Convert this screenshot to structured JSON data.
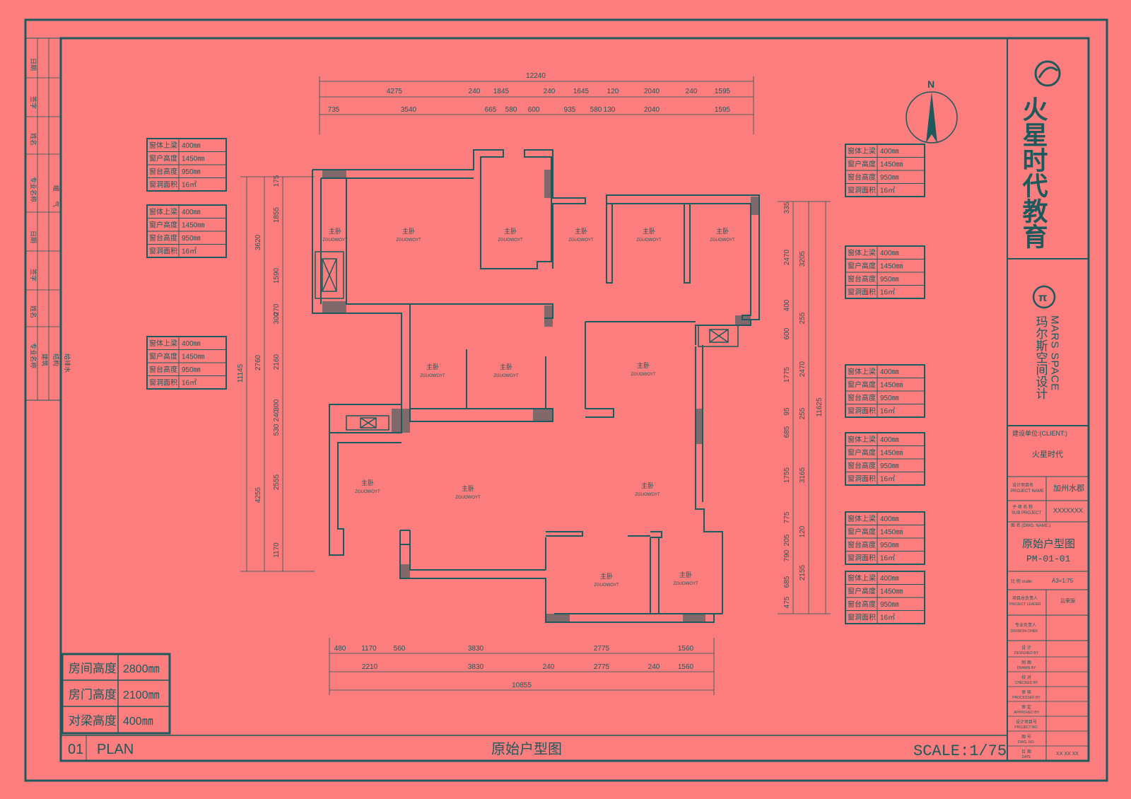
{
  "drawing": {
    "title": "原始户型图",
    "plan_no": "01",
    "plan_label": "PLAN",
    "scale": "SCALE:1/75",
    "north": "N"
  },
  "heights": [
    {
      "label": "房间高度",
      "value": "2800㎜"
    },
    {
      "label": "房门高度",
      "value": "2100㎜"
    },
    {
      "label": "对梁高度",
      "value": "400㎜"
    }
  ],
  "window_spec": {
    "rows": [
      {
        "label": "窗体上梁",
        "value": "400㎜"
      },
      {
        "label": "窗户高度",
        "value": "1450㎜"
      },
      {
        "label": "窗台高度",
        "value": "950㎜"
      },
      {
        "label": "窗洞面积",
        "value": "16㎡"
      }
    ]
  },
  "dims": {
    "top_total": "12240",
    "top_mid": [
      "4275",
      "240",
      "1845",
      "240",
      "1645",
      "120",
      "2040",
      "240",
      "1595"
    ],
    "top_in": [
      "735",
      "3540",
      "665",
      "580",
      "600",
      "935",
      "580",
      "130",
      "2040",
      "1595"
    ],
    "bottom_a": [
      "480",
      "1170",
      "560",
      "3830",
      "2775",
      "1560"
    ],
    "bottom_b": [
      "2210",
      "3830",
      "240",
      "2775",
      "240",
      "1560"
    ],
    "bottom_total": "10855",
    "left_outer": [
      "3620",
      "2760",
      "4255"
    ],
    "left_total": "11145",
    "left_inner": [
      "175",
      "1855",
      "1590",
      "270",
      "300",
      "2160",
      "300",
      "240",
      "530",
      "2555",
      "1170"
    ],
    "right_a": [
      "335",
      "2470",
      "400",
      "600",
      "1775",
      "95",
      "685",
      "1755",
      "775",
      "205",
      "790",
      "685",
      "475"
    ],
    "right_b": [
      "3205",
      "255",
      "2470",
      "255",
      "3165",
      "120",
      "2155"
    ],
    "right_total": "11625"
  },
  "rooms": {
    "label": "主卧",
    "code": "ZGUOWOYT"
  },
  "logos": {
    "brand": "火星时代教育",
    "mars_en": "MARS SPACE",
    "mars_cn": "玛尔斯空间设计"
  },
  "title_block": {
    "client_label": "建设单位:(CLIENT:)",
    "client": "火星时代",
    "project_label_cn": "设计项目名",
    "project_label_en": "PROJECT NAME",
    "project_name": "加州水郡",
    "sub_label_cn": "子 项 名 称",
    "sub_label_en": "SUB PROJECT",
    "sub_project": "XXXXXXX",
    "dwg_label": "图 名 (DWG. NAME:)",
    "dwg_name": "原始户型图",
    "dwg_no": "PM-01-01",
    "scale_label": "比 例  scale:",
    "scale": "A3=1:75",
    "leader_cn": "项目总负责人",
    "leader_en": "PROJECT LEADER",
    "leader": "吕荣源",
    "div_cn": "专业负责人",
    "div_en": "DIVISION CHIEF",
    "sign_rows": [
      {
        "cn": "设 计",
        "en": "DESIGNED BY"
      },
      {
        "cn": "制 图",
        "en": "DRAWN BY"
      },
      {
        "cn": "校 对",
        "en": "CHECKED BY"
      },
      {
        "cn": "审 核",
        "en": "PROCESSED BY"
      },
      {
        "cn": "审 定",
        "en": "APPROVED BY"
      },
      {
        "cn": "设计项目号",
        "en": "PROJECT NO."
      },
      {
        "cn": "图 号",
        "en": "DWG. NO."
      },
      {
        "cn": "日 期",
        "en": "DATE"
      }
    ],
    "date": "XX XX XX"
  },
  "side_strip": {
    "top": [
      "日期",
      "签字",
      "姓名",
      "专业名称",
      "日期",
      "签字",
      "姓名"
    ],
    "bottom_cols": [
      "专业名称",
      "建筑",
      "结构",
      "给排水"
    ],
    "extra": [
      "暖",
      "气"
    ]
  },
  "colors": {
    "background": "#fb7d7d",
    "ink": "#1d5a5d"
  }
}
